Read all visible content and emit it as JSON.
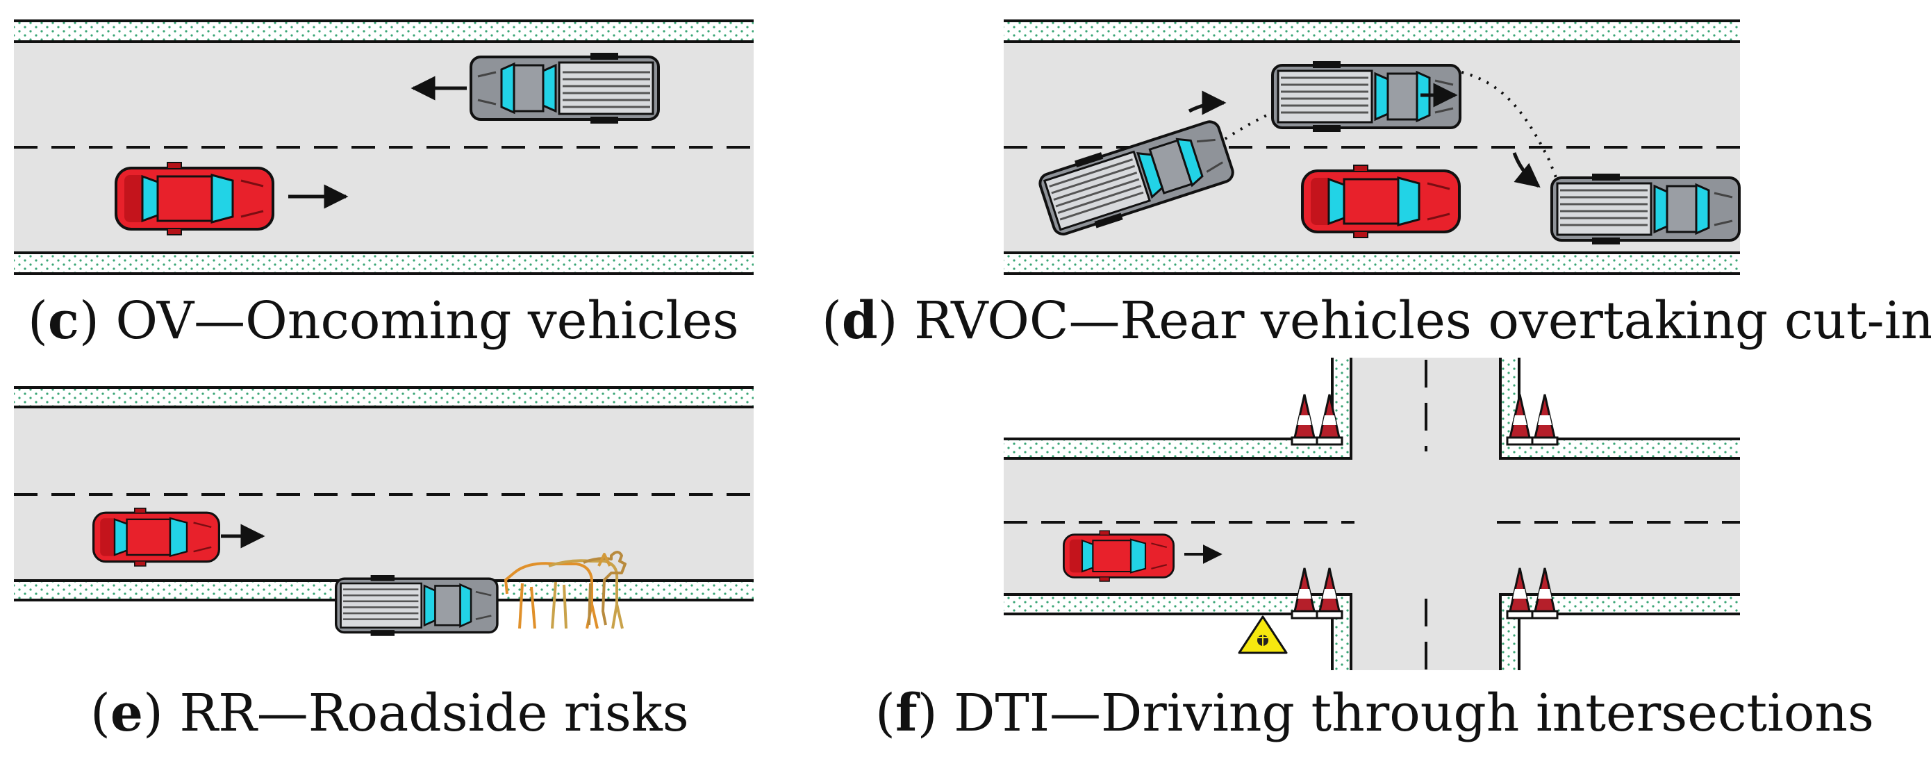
{
  "panels": [
    {
      "id": "c",
      "letter": "c",
      "caption": "OV—Oncoming vehicles"
    },
    {
      "id": "d",
      "letter": "d",
      "caption": "RVOC—Rear vehicles overtaking cut-in"
    },
    {
      "id": "e",
      "letter": "e",
      "caption": "RR—Roadside risks"
    },
    {
      "id": "f",
      "letter": "f",
      "caption": "DTI—Driving through intersections"
    }
  ],
  "colors": {
    "road": "#e3e3e3",
    "curb_green": "#2f9e6a",
    "red_car": "#e8212b",
    "windshield": "#22d3e6",
    "truck_body": "#8f9399",
    "cone": "#b51f2a",
    "warning_sign": "#f6e80f"
  },
  "icons": [
    "red-car-icon",
    "pickup-truck-icon",
    "arrow-icon",
    "traffic-cone-icon",
    "cattle-icon",
    "warning-sign-icon"
  ]
}
